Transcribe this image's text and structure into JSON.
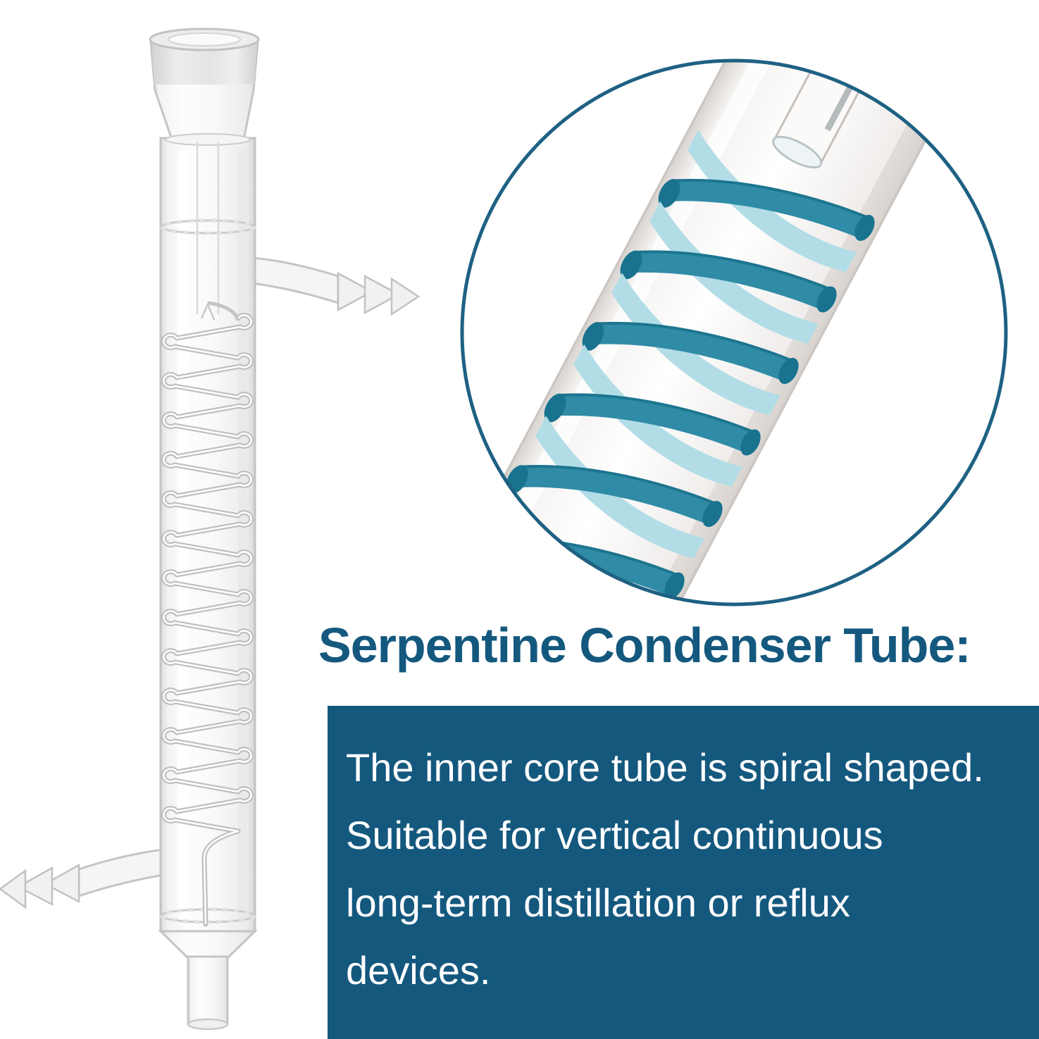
{
  "title": "Serpentine Condenser Tube:",
  "description": {
    "lines": [
      "The inner core tube is spiral shaped.",
      "Suitable for vertical continuous",
      "long-term distillation or reflux",
      "devices."
    ]
  },
  "figures": {
    "main": "glass-serpentine-condenser",
    "detail": "spiral-inner-core-closeup"
  },
  "colors": {
    "accent": "#14587E",
    "panel_background": "#14587E",
    "panel_text": "#FFFFFF",
    "circle_border": "#1E6183",
    "coil_liquid_dark": "#2F8BA6",
    "coil_liquid_light": "#B2DDE6",
    "coil_liquid_deep": "#19738F",
    "glass_line": "#C3C3C3"
  }
}
